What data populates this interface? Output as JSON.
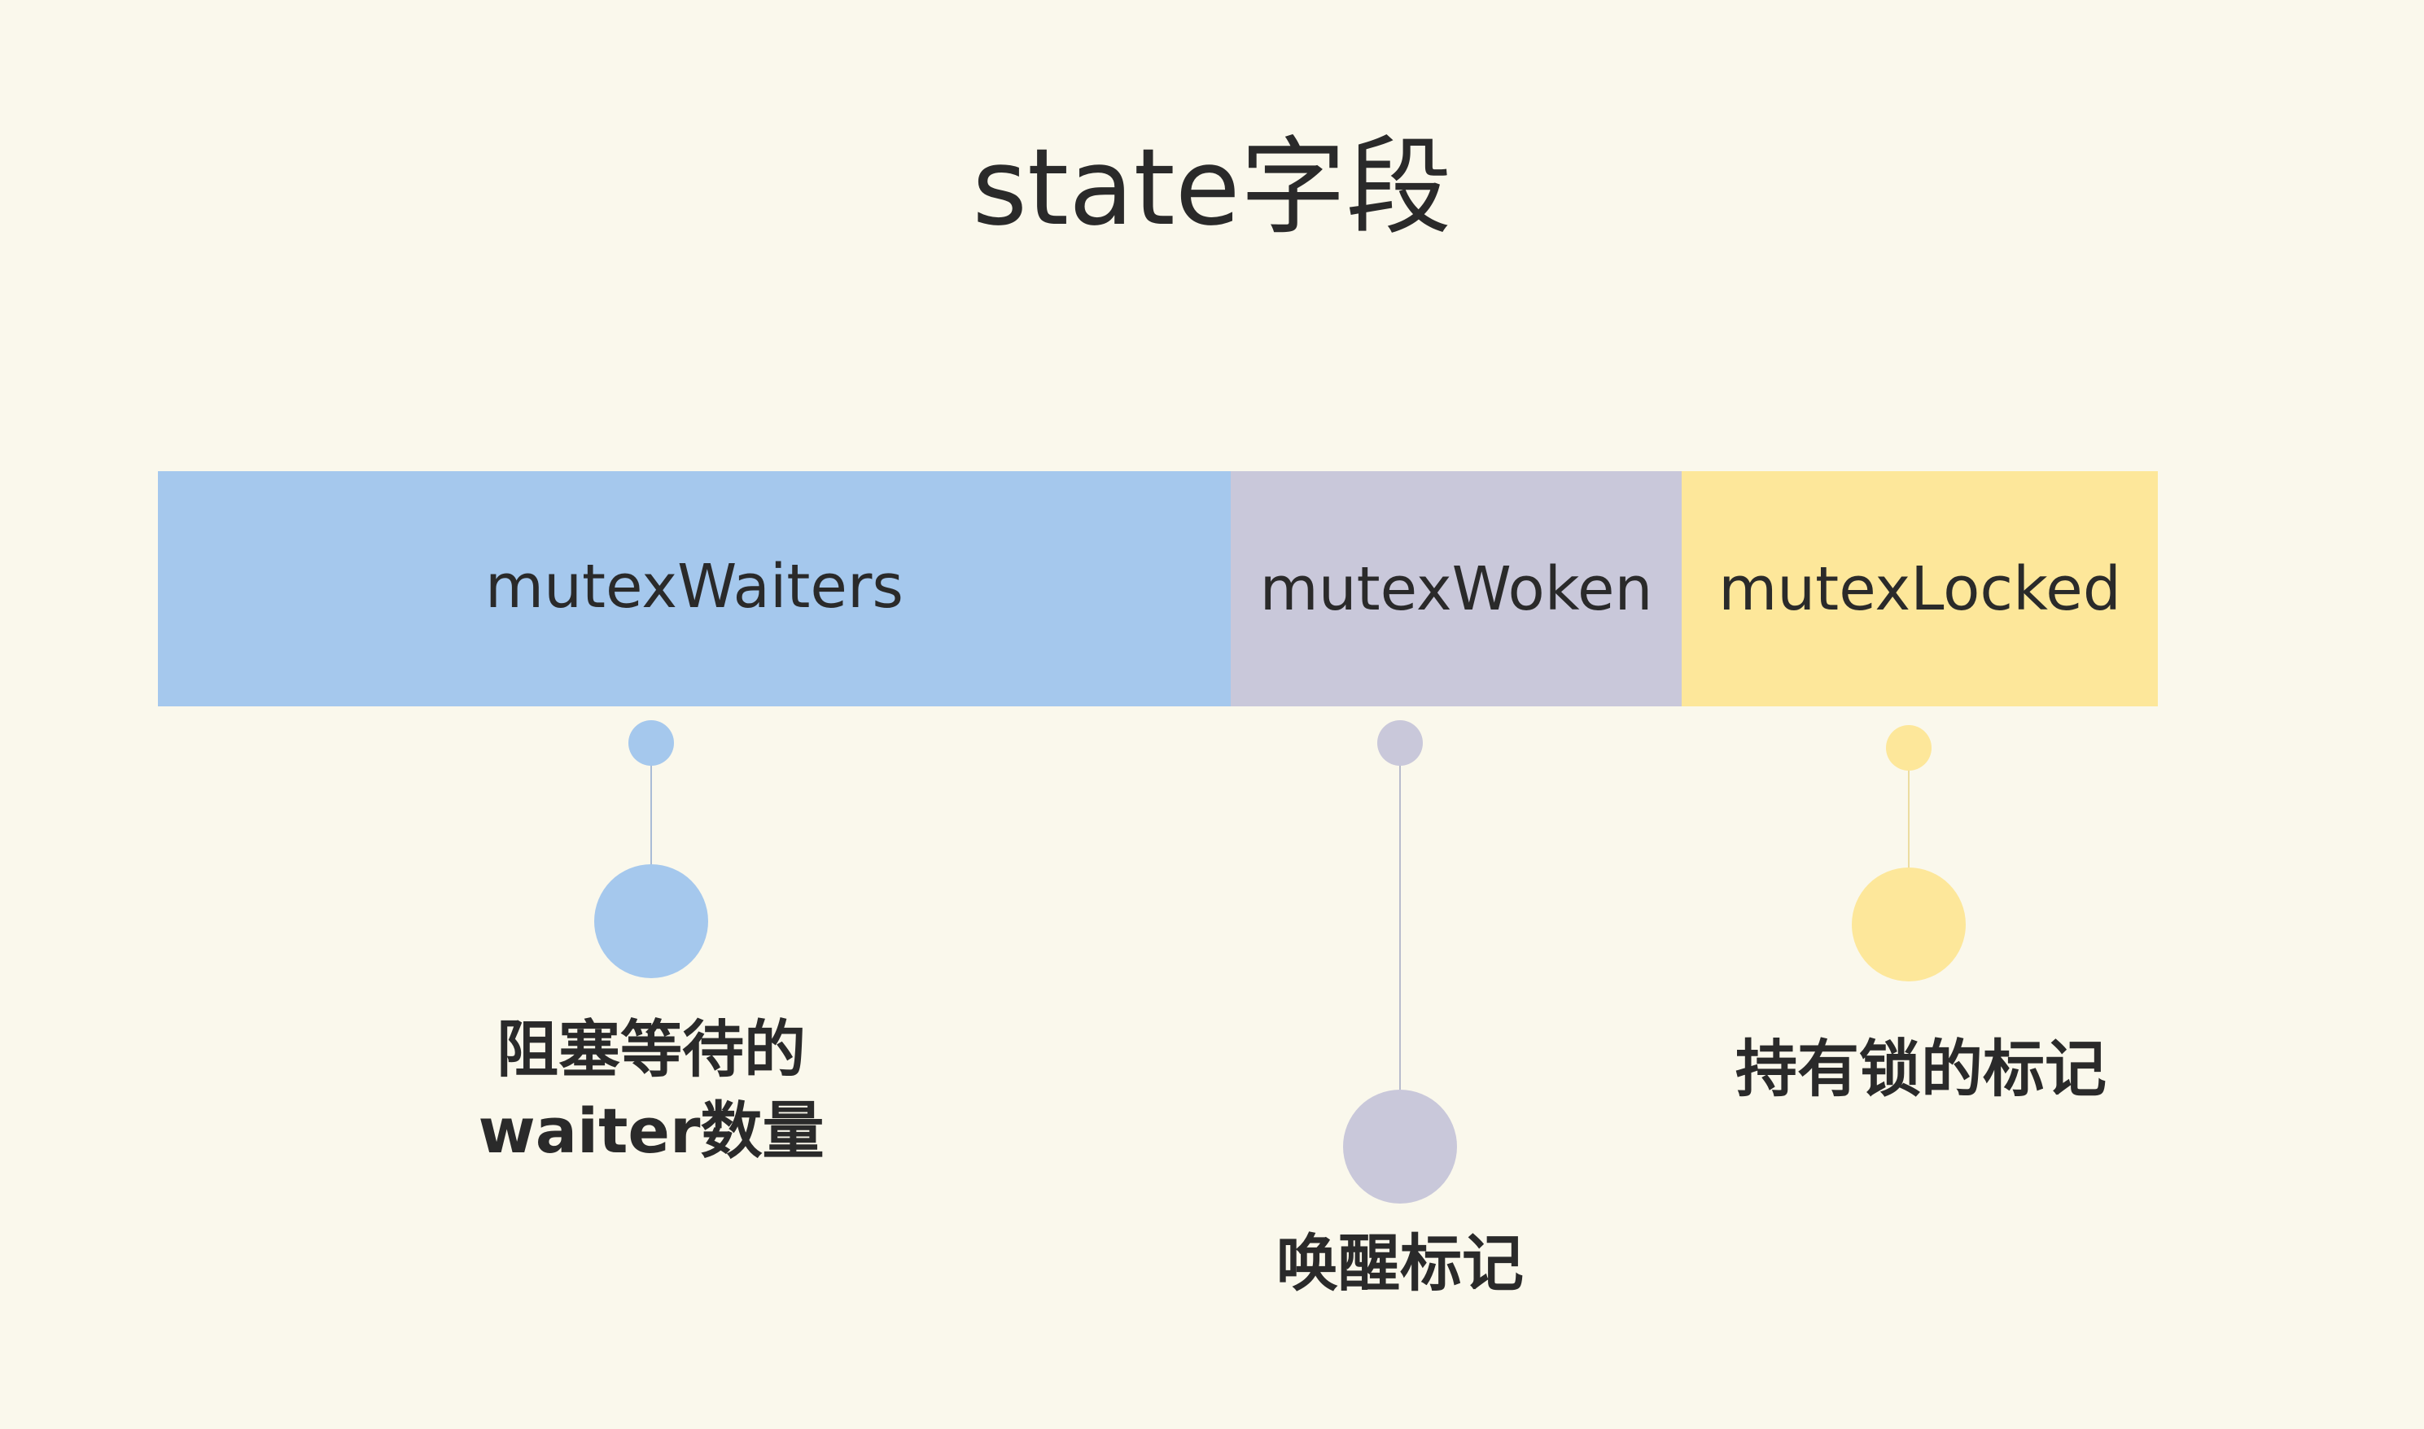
{
  "title": "state字段",
  "segments": [
    {
      "label": "mutexWaiters",
      "color": "#a5c8ed",
      "description_lines": [
        "阻塞等待的",
        "waiter数量"
      ]
    },
    {
      "label": "mutexWoken",
      "color": "#c9c8da",
      "description_lines": [
        "唤醒标记"
      ]
    },
    {
      "label": "mutexLocked",
      "color": "#fde79a",
      "description_lines": [
        "持有锁的标记"
      ]
    }
  ]
}
